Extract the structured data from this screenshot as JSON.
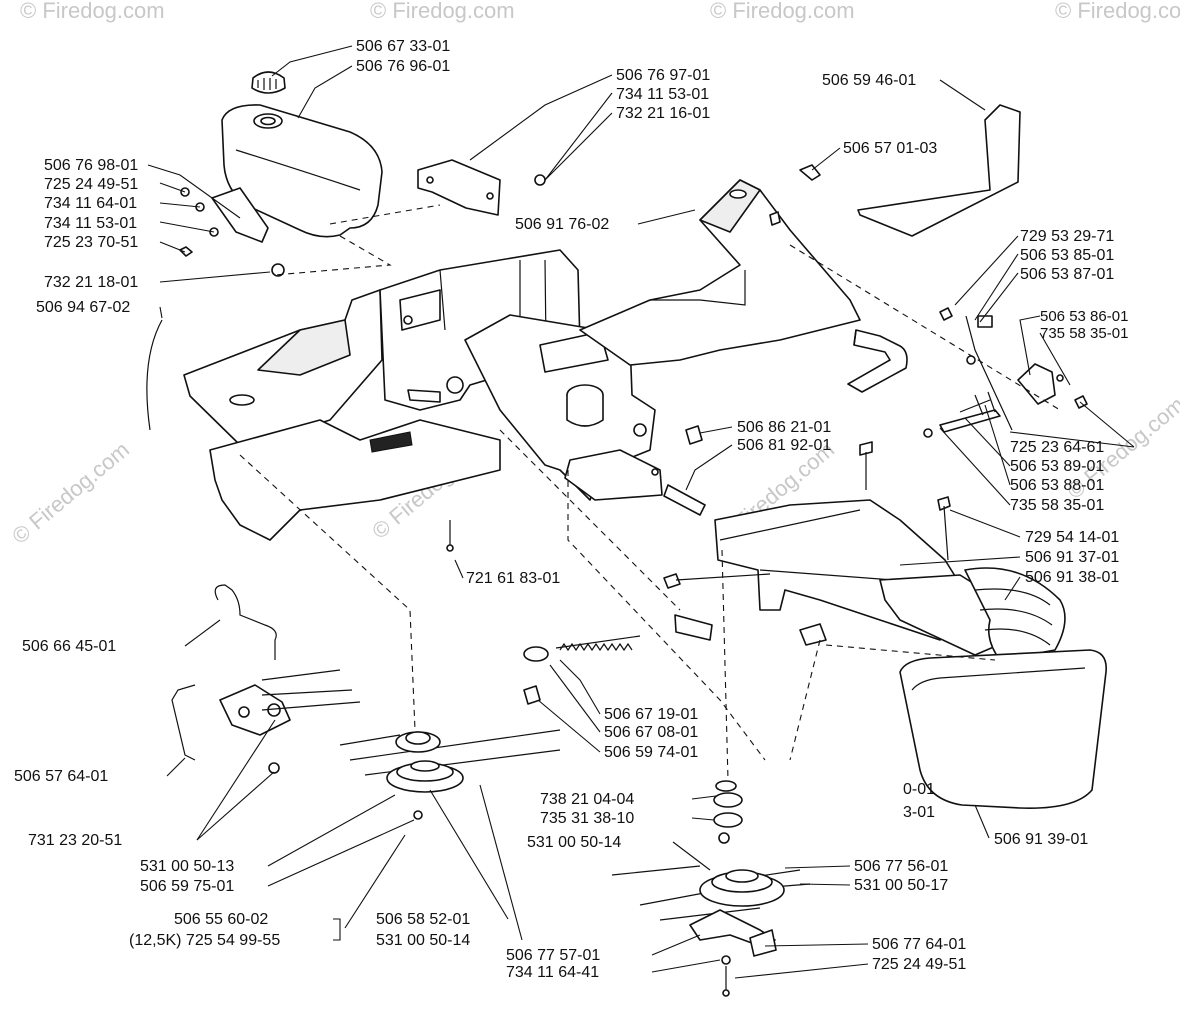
{
  "watermark": "© Firedog.com",
  "labels": {
    "p506673301": "506 67 33-01",
    "p506769601": "506 76 96-01",
    "p506769701": "506 76 97-01",
    "p734115301a": "734 11 53-01",
    "p732211601": "732 21 16-01",
    "p506594601": "506 59 46-01",
    "p506570103": "506 57 01-03",
    "p506769801": "506 76 98-01",
    "p725244951a": "725 24 49-51",
    "p734116401": "734 11 64-01",
    "p734115301b": "734 11 53-01",
    "p725237051": "725 23 70-51",
    "p506917602": "506 91 76-02",
    "p732211801": "732 21 18-01",
    "p729532971": "729 53 29-71",
    "p506538501": "506 53 85-01",
    "p506538701": "506 53 87-01",
    "p506946702": "506 94 67-02",
    "p506538601": "506 53 86-01",
    "p735583501a": "735 58 35-01",
    "p506862101": "506 86 21-01",
    "p506819201": "506 81 92-01",
    "p725236461": "725 23 64-61",
    "p506538901": "506 53 89-01",
    "p506538801": "506 53 88-01",
    "p735583501b": "735 58 35-01",
    "p729541401": "729 54 14-01",
    "p506913701": "506 91 37-01",
    "p506913801": "506 91 38-01",
    "p721618301": "721 61 83-01",
    "p506664501": "506 66 45-01",
    "p506671901": "506 67 19-01",
    "p506670801": "506 67 08-01",
    "p506597401": "506 59 74-01",
    "p506576401": "506 57 64-01",
    "p738210404": "738 21 04-04",
    "p735313810": "735 31 38-10",
    "pHidden1": "0-01",
    "pHidden2": "3-01",
    "p506913901": "506 91 39-01",
    "p731232051": "731 23 20-51",
    "p531005014a": "531 00 50-14",
    "p531005013": "531 00 50-13",
    "p506597501": "506 59 75-01",
    "p506775601": "506 77 56-01",
    "p531005017": "531 00 50-17",
    "p506556002": "506 55 60-02",
    "p725549955": "(12,5K) 725 54 99-55",
    "p506585201": "506 58 52-01",
    "p531005014b": "531 00 50-14",
    "p506775701": "506 77 57-01",
    "p506776401": "506 77 64-01",
    "p734116441": "734 11 64-41",
    "p725244951b": "725 24 49-51"
  }
}
